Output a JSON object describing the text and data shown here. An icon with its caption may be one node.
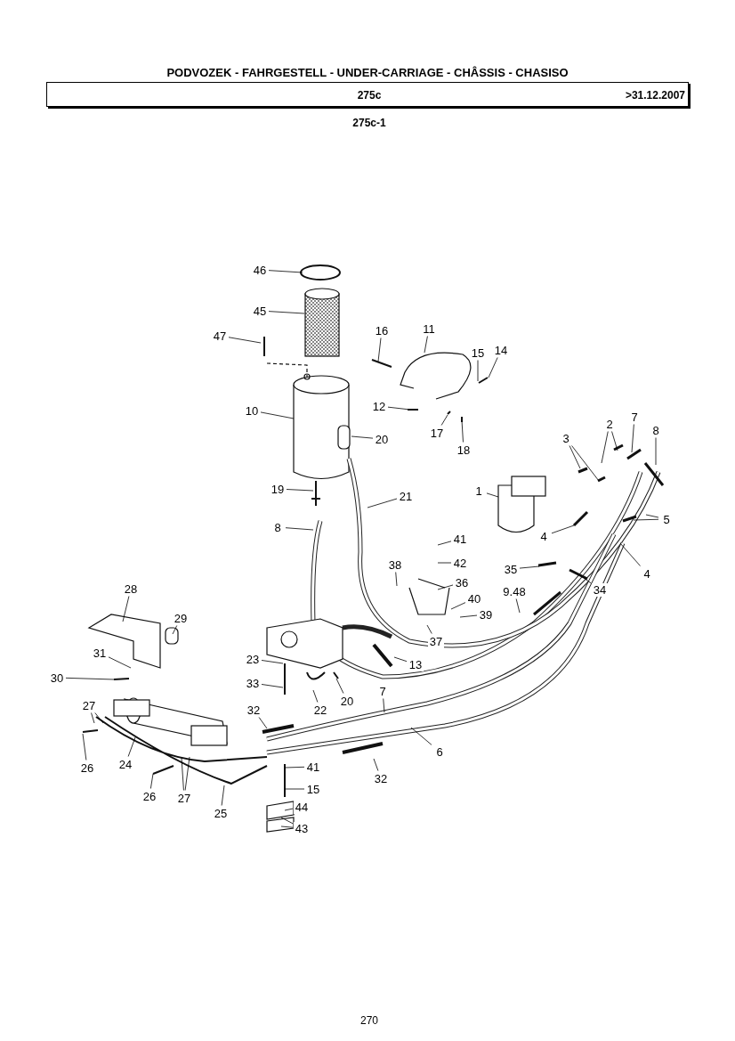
{
  "diagram": {
    "title": "PODVOZEK - FAHRGESTELL - UNDER-CARRIAGE - CHÂSSIS - CHASISO",
    "nodes": [
      {
        "text": [
          "46"
        ]
      },
      {
        "text": [
          "45"
        ]
      },
      {
        "text": [
          "47"
        ]
      },
      {
        "text": [
          "16"
        ]
      },
      {
        "text": [
          "11"
        ]
      },
      {
        "text": [
          "15"
        ]
      },
      {
        "text": [
          "14"
        ]
      },
      {
        "text": [
          "10"
        ]
      },
      {
        "text": [
          "12"
        ]
      },
      {
        "text": [
          "17"
        ]
      },
      {
        "text": [
          "18"
        ]
      },
      {
        "text": [
          "20"
        ]
      },
      {
        "text": [
          "2"
        ]
      },
      {
        "text": [
          "7"
        ]
      },
      {
        "text": [
          "8"
        ]
      },
      {
        "text": [
          "3"
        ]
      },
      {
        "text": [
          "1"
        ]
      },
      {
        "text": [
          "5"
        ]
      },
      {
        "text": [
          "19"
        ]
      },
      {
        "text": [
          "21"
        ]
      },
      {
        "text": [
          "8"
        ]
      },
      {
        "text": [
          "4"
        ]
      },
      {
        "text": [
          "4"
        ]
      },
      {
        "text": [
          "41"
        ]
      },
      {
        "text": [
          "42"
        ]
      },
      {
        "text": [
          "38"
        ]
      },
      {
        "text": [
          "36"
        ]
      },
      {
        "text": [
          "35"
        ]
      },
      {
        "text": [
          "34"
        ]
      },
      {
        "text": [
          "9.48"
        ]
      },
      {
        "text": [
          "40"
        ]
      },
      {
        "text": [
          "39"
        ]
      },
      {
        "text": [
          "37"
        ]
      },
      {
        "text": [
          "28"
        ]
      },
      {
        "text": [
          "29"
        ]
      },
      {
        "text": [
          "13"
        ]
      },
      {
        "text": [
          "23"
        ]
      },
      {
        "text": [
          "31"
        ]
      },
      {
        "text": [
          "30"
        ]
      },
      {
        "text": [
          "33"
        ]
      },
      {
        "text": [
          "22"
        ]
      },
      {
        "text": [
          "20"
        ]
      },
      {
        "text": [
          "7"
        ]
      },
      {
        "text": [
          "27"
        ]
      },
      {
        "text": [
          "32"
        ]
      },
      {
        "text": [
          "6"
        ]
      },
      {
        "text": [
          "26"
        ]
      },
      {
        "text": [
          "24"
        ]
      },
      {
        "text": [
          "41"
        ]
      },
      {
        "text": [
          "15"
        ]
      },
      {
        "text": [
          "26"
        ]
      },
      {
        "text": [
          "27"
        ]
      },
      {
        "text": [
          "25"
        ]
      },
      {
        "text": [
          "32"
        ]
      },
      {
        "text": [
          "44"
        ]
      },
      {
        "text": [
          "43"
        ]
      }
    ],
    "edges": [
      {
        "from": 0,
        "to": null,
        "arrow": "none"
      },
      {
        "from": 1,
        "to": null,
        "arrow": "none"
      },
      {
        "from": 2,
        "to": null,
        "arrow": "none"
      },
      {
        "from": 3,
        "to": null,
        "arrow": "none"
      },
      {
        "from": 4,
        "to": null,
        "arrow": "none"
      },
      {
        "from": 5,
        "to": null,
        "arrow": "none"
      },
      {
        "from": 6,
        "to": null,
        "arrow": "none"
      },
      {
        "from": 7,
        "to": null,
        "arrow": "none"
      },
      {
        "from": 8,
        "to": null,
        "arrow": "none"
      },
      {
        "from": 9,
        "to": null,
        "arrow": "none"
      },
      {
        "from": 10,
        "to": null,
        "arrow": "none"
      },
      {
        "from": 11,
        "to": null,
        "arrow": "none"
      },
      {
        "from": 12,
        "to": null,
        "arrow": "none"
      },
      {
        "from": 12,
        "to": null,
        "arrow": "none"
      },
      {
        "from": 13,
        "to": null,
        "arrow": "none"
      },
      {
        "from": 14,
        "to": null,
        "arrow": "none"
      },
      {
        "from": 15,
        "to": null,
        "arrow": "none"
      },
      {
        "from": 15,
        "to": null,
        "arrow": "none"
      },
      {
        "from": 16,
        "to": null,
        "arrow": "none"
      },
      {
        "from": 17,
        "to": null,
        "arrow": "none"
      },
      {
        "from": 17,
        "to": null,
        "arrow": "none"
      },
      {
        "from": 18,
        "to": null,
        "arrow": "none"
      },
      {
        "from": 19,
        "to": null,
        "arrow": "none"
      },
      {
        "from": 20,
        "to": null,
        "arrow": "none"
      },
      {
        "from": 21,
        "to": null,
        "arrow": "none"
      },
      {
        "from": 22,
        "to": null,
        "arrow": "none"
      },
      {
        "from": 23,
        "to": null,
        "arrow": "none"
      },
      {
        "from": 24,
        "to": null,
        "arrow": "none"
      },
      {
        "from": 25,
        "to": null,
        "arrow": "none"
      },
      {
        "from": 26,
        "to": null,
        "arrow": "none"
      },
      {
        "from": 27,
        "to": null,
        "arrow": "none"
      },
      {
        "from": 28,
        "to": null,
        "arrow": "none"
      },
      {
        "from": 29,
        "to": null,
        "arrow": "none"
      },
      {
        "from": 30,
        "to": null,
        "arrow": "none"
      },
      {
        "from": 31,
        "to": null,
        "arrow": "none"
      },
      {
        "from": 32,
        "to": null,
        "arrow": "none"
      },
      {
        "from": 33,
        "to": null,
        "arrow": "none"
      },
      {
        "from": 34,
        "to": null,
        "arrow": "none"
      },
      {
        "from": 35,
        "to": null,
        "arrow": "none"
      },
      {
        "from": 36,
        "to": null,
        "arrow": "none"
      },
      {
        "from": 37,
        "to": null,
        "arrow": "none"
      },
      {
        "from": 38,
        "to": null,
        "arrow": "none"
      },
      {
        "from": 39,
        "to": null,
        "arrow": "none"
      },
      {
        "from": 40,
        "to": null,
        "arrow": "none"
      },
      {
        "from": 41,
        "to": null,
        "arrow": "none"
      },
      {
        "from": 42,
        "to": null,
        "arrow": "none"
      },
      {
        "from": 43,
        "to": null,
        "arrow": "none"
      },
      {
        "from": 43,
        "to": null,
        "arrow": "none"
      },
      {
        "from": 44,
        "to": null,
        "arrow": "none"
      },
      {
        "from": 45,
        "to": null,
        "arrow": "none"
      },
      {
        "from": 46,
        "to": null,
        "arrow": "none"
      },
      {
        "from": 47,
        "to": null,
        "arrow": "none"
      },
      {
        "from": 48,
        "to": null,
        "arrow": "none"
      },
      {
        "from": 49,
        "to": null,
        "arrow": "none"
      },
      {
        "from": 50,
        "to": null,
        "arrow": "none"
      },
      {
        "from": 51,
        "to": null,
        "arrow": "none"
      },
      {
        "from": 51,
        "to": null,
        "arrow": "none"
      },
      {
        "from": 52,
        "to": null,
        "arrow": "none"
      },
      {
        "from": 53,
        "to": null,
        "arrow": "none"
      },
      {
        "from": 54,
        "to": null,
        "arrow": "none"
      },
      {
        "from": 55,
        "to": null,
        "arrow": "none"
      },
      {
        "from": 55,
        "to": null,
        "arrow": "none"
      }
    ],
    "labels": [
      "275c",
      ">31.12.2007",
      "275c-1",
      "270"
    ]
  }
}
